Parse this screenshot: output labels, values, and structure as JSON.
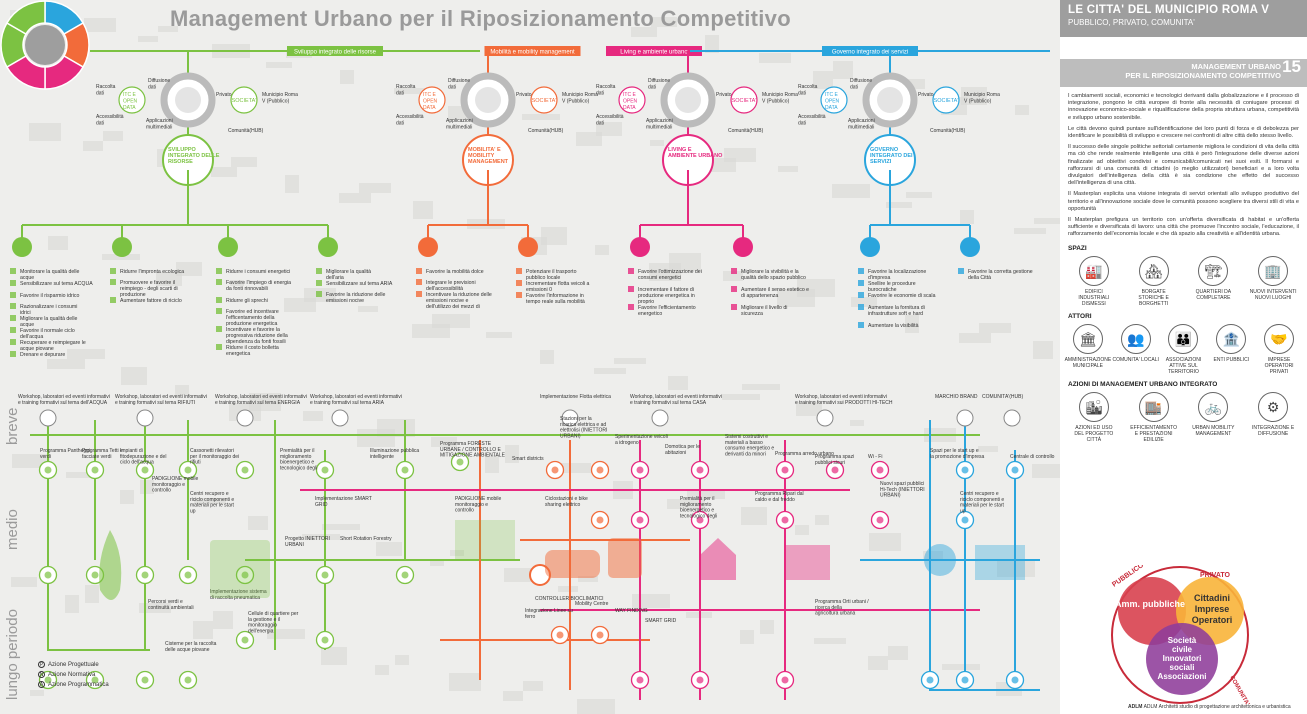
{
  "title": "Management Urbano per il Riposizionamento Competitivo",
  "time_axis": [
    "breve",
    "medio",
    "lungo periodo"
  ],
  "branches": [
    {
      "label": "Sviluppo integrato delle risorse",
      "color": "#7cc242"
    },
    {
      "label": "Mobilità e mobility management",
      "color": "#f26b3a"
    },
    {
      "label": "Living e ambiente urbano",
      "color": "#e6297f"
    },
    {
      "label": "Governo integrato dei servizi",
      "color": "#2aa5dd"
    }
  ],
  "hubs": [
    {
      "label": "SVILUPPO INTEGRATO DELLE RISORSE",
      "color": "#7cc242"
    },
    {
      "label": "MOBILITA' E MOBILITY MANAGEMENT",
      "color": "#f26b3a"
    },
    {
      "label": "LIVING E AMBIENTE URBANO",
      "color": "#e6297f"
    },
    {
      "label": "GOVERNO INTEGRATO DEI SERVIZI",
      "color": "#2aa5dd"
    }
  ],
  "hub_side_labels": {
    "itc": "ITC E OPEN DATA",
    "societa": "SOCIETA'",
    "raccolta": "Raccolta dati",
    "diffusione": "Diffusione dati",
    "accessibilita": "Accessibilità dati",
    "applicazioni": "Applicazioni multimediali",
    "privato": "Privato",
    "municipio": "Municipio Roma V (Pubblico)",
    "comunita": "Comunità(HUB)"
  },
  "objectives": [
    [
      "Monitorare la qualità delle acque",
      "Sensibilizzare sul tema ACQUA",
      "Favorire il risparmio idrico",
      "Razionalizzare i consumi idrici",
      "Migliorare la qualità delle acque",
      "Favorire il normale ciclo dell'acqua",
      "Recuperare e reimpiegare le acque piovane",
      "Drenare e depurare"
    ],
    [
      "Ridurre l'impronta ecologica",
      "Promuovere e favorire il reimpiego - degli scarti di produzione",
      "Aumentare fattore di riciclo"
    ],
    [
      "Ridurre i consumi energetici",
      "Favorire l'impiego di energia da fonti rinnovabili",
      "Ridurre gli sprechi",
      "Favorire ed incentivare l'efficentamento della produzione energetica",
      "Incentivare e favorire la progressiva riduzione della dipendenza da fonti fossili",
      "Ridurre il costo bolletta energetica"
    ],
    [
      "Migliorare la qualità dell'aria",
      "Sensibilizzare sul tema ARIA",
      "Favorire la riduzione delle emissioni nocive"
    ],
    [
      "Favorire la mobilità dolce",
      "Integrare le previsioni dell'accessibilità",
      "Incentivare la riduzione delle emissioni nocive e dell'utilizzo dei mezzi di trasporto privati"
    ],
    [
      "Potenziare il trasporto pubblico locale",
      "Incrementare flotta veicoli a emissioni 0",
      "Favorire l'informazione in tempo reale sulla mobilità"
    ],
    [
      "Favorire l'ottimizzazione dei consumi energetici",
      "Incrementare il fattore di produzione energetica in proprio",
      "Favorire l'efficientamento energetico"
    ],
    [
      "Migliorare la vivibilità e la qualità dello spazio pubblico",
      "Aumentare il senso estetico e di appartenenza",
      "Migliorare il livello di sicurezza"
    ],
    [
      "Favorire la localizzazione d'impresa",
      "Snellire le procedure burocratiche",
      "Favorire le economie di scala",
      "Aumentare la fornitura di infrastrutture soft e hard",
      "Aumentare la visibilità"
    ],
    [
      "Favorire la corretta gestione della Città"
    ]
  ],
  "short_term": [
    "Workshop, laboratori ed eventi informativi e training formativi sul tema dell'ACQUA",
    "Workshop, laboratori ed eventi informativi e training formativi sul tema RIFIUTI",
    "Workshop, laboratori ed eventi informativi e training formativi sul tema ENERGIA",
    "Workshop, laboratori ed eventi informativi e training formativi sul tema ARIA",
    "Implementazione Flotta elettrica",
    "Workshop, laboratori ed eventi informativi e training formativi sul tema CASA",
    "Workshop, laboratori ed eventi informativi e training formativi sui PRODOTTI HI-TECH",
    "MARCHIO BRAND",
    "COMUNITA'(HUB)"
  ],
  "medium_term": [
    "Programma Pantheggi verdi",
    "Programma Tetti e facciate verdi",
    "Impianti di fitodepurazione e del ciclo dell'acqua",
    "Cassonetti rilevatori per il monitoraggio dei rifiuti",
    "Premialità per il miglioramento bioenergetico e tecnologico degli edifici",
    "Illuminazione pubblica intelligente",
    "Programma FORESTE URBANE / CONTROLLO E MITIGAZIONE AMBIENTALE",
    "Smart districts",
    "Stazioni per la ricarica elettrica e ad elettrolisi (INIETTORI URBANI)",
    "Sperimentazione veicoli a idrogeno",
    "Domotica per le abitazioni",
    "Sistemi costruttivi e materiali a basso consumo energetico e derivanti da minori processi di lavorazione",
    "Programma arredo urbano",
    "Programma spazi pubblici sicuri",
    "Wi - Fi",
    "Spazi per le start up e la promozione d'impresa",
    "Centrale di controllo",
    "PADIGLIONE mobile monitoraggio e controllo",
    "Centri recupero e riciclo componenti e materiali per le start up",
    "Implementazione SMART GRID",
    "PADIGLIONE mobile monitoraggio e controllo",
    "Ciclostazioni e bike sharing elettrico",
    "Premialità per il miglioramento bioenergetico e tecnologico degli edifici",
    "Programma Ripari dal caldo e dal freddo",
    "Nuovi spazi pubblici Hi-Tech (INIETTORI URBANI)",
    "Centri recupero e riciclo componenti e materiali per le start up",
    "Progetto INIETTORI URBANI",
    "Short Rotation Forestry"
  ],
  "long_term": [
    "Implementazione sistema di raccolta pneumatica",
    "Percorsi verdi e continuità ambientali",
    "Cisterne per la raccolta delle acque piovane",
    "Cellule di quartiere per la gestione e il monitoraggio dell'energia",
    "CONTROLLER BIOCLIMATICI",
    "Integrazione Linee su ferro",
    "Mobility Centre",
    "WAY FINDING",
    "SMART GRID",
    "Programma Orti urbani / ricerca della agricoltura urbana"
  ],
  "legend": [
    {
      "code": "P",
      "label": "Azione Progettuale"
    },
    {
      "code": "N",
      "label": "Azione Normativa"
    },
    {
      "code": "A",
      "label": "Azione Programmatica"
    }
  ],
  "panel": {
    "header_title": "LE CITTA' DEL MUNICIPIO ROMA V",
    "header_sub": "PUBBLICO, PRIVATO, COMUNITA'",
    "sub_title_1": "MANAGEMENT URBANO",
    "sub_title_2": "PER IL RIPOSIZIONAMENTO COMPETITIVO",
    "number": "15",
    "paragraphs": [
      "I cambiamenti sociali, economici e tecnologici derivanti dalla globalizzazione e il processo di integrazione, pongono le città europee di fronte alla necessità di coniugare processi di innovazione economico-sociale e riqualificazione della propria struttura urbana, competitività e sviluppo urbano sostenibile.",
      "Le città devono quindi puntare sull'identificazione dei loro punti di forza e di debolezza per identificare le possibilità di sviluppo e crescere nei confronti di altre città dello stesso livello.",
      "Il successo delle singole politiche settoriali certamente migliora le condizioni di vita della città ma ciò che rende realmente intelligente una città è però l'integrazione delle diverse azioni finalizzate ad obiettivi condivisi e comunicabili/comunicati nei suoi esiti. Il formarsi e rafforzarsi di una comunità di cittadini (o meglio utilizzatori) beneficiari e a loro volta divulgatori dell'intelligenza della città è sia condizione che effetto del successo dell'intelligenza di una città.",
      "Il Masterplan esplicita una visione integrata di servizi orientati allo sviluppo produttivo del territorio e all'innovazione sociale dove le comunità possono scegliere tra diversi stili di vita e opportunità",
      "Il Masterplan prefigura un territorio con un'offerta diversificata di habitat e un'offerta sufficiente e diversificata di lavoro: una città che promuove l'incontro sociale, l'educazione, il rafforzamento dell'economia locale e che dà spazio alla creatività e all'identità urbana."
    ],
    "sections": [
      {
        "title": "SPAZI",
        "items": [
          "EDIFICI INDUSTRIALI DISMESSI",
          "BORGATE STORICHE E BORGHETTI",
          "QUARTIERI DA COMPLETARE",
          "NUOVI INTERVENTI NUOVI LUOGHI"
        ],
        "icons": [
          "factory-icon",
          "houses-icon",
          "crane-icon",
          "buildings-icon"
        ],
        "glyphs": [
          "🏭",
          "🏘",
          "🏗",
          "🏢"
        ]
      },
      {
        "title": "ATTORI",
        "items": [
          "AMMINISTRAZIONE MUNICIPALE",
          "COMUNITA' LOCALI",
          "ASSOCIAZIONI ATTIVE SUL TERRITORIO",
          "ENTI PUBBLICI",
          "IMPRESE OPERATORI PRIVATI"
        ],
        "icons": [
          "town-hall-icon",
          "community-icon",
          "association-icon",
          "public-body-icon",
          "handshake-icon"
        ],
        "glyphs": [
          "🏛",
          "👥",
          "👪",
          "🏦",
          "🤝"
        ]
      },
      {
        "title": "AZIONI DI MANAGEMENT URBANO INTEGRATO",
        "items": [
          "AZIONI ED USO DEL PROGETTO CITTÀ",
          "EFFICIENTAMENTO E PRESTAZIONI EDILIZIE",
          "URBAN MOBILITY MANAGEMENT",
          "INTEGRAZIONE E DIFFUSIONE"
        ],
        "icons": [
          "city-use-icon",
          "building-efficiency-icon",
          "mobility-icon",
          "integration-icon"
        ],
        "glyphs": [
          "🏙",
          "🏬",
          "🚲",
          "⚙"
        ]
      }
    ],
    "venn": {
      "pubblico_label": "PUBBLICO",
      "privato_label": "PRIVATO",
      "comunita_label": "COMUNITA'",
      "pubblico": "Amm. pubbliche",
      "privato_1": "Cittadini",
      "privato_2": "Imprese",
      "privato_3": "Operatori",
      "soc_1": "Società",
      "soc_2": "civile",
      "soc_3": "Innovatori",
      "soc_4": "sociali",
      "soc_5": "Associazioni"
    },
    "footer": "ADLM Architetti studio di progettazione architettonica e urbanistica",
    "brand": "ADLM"
  },
  "colors": {
    "green": "#7cc242",
    "orange": "#f26b3a",
    "magenta": "#e6297f",
    "blue": "#2aa5dd",
    "grey": "#9e9e9e"
  }
}
